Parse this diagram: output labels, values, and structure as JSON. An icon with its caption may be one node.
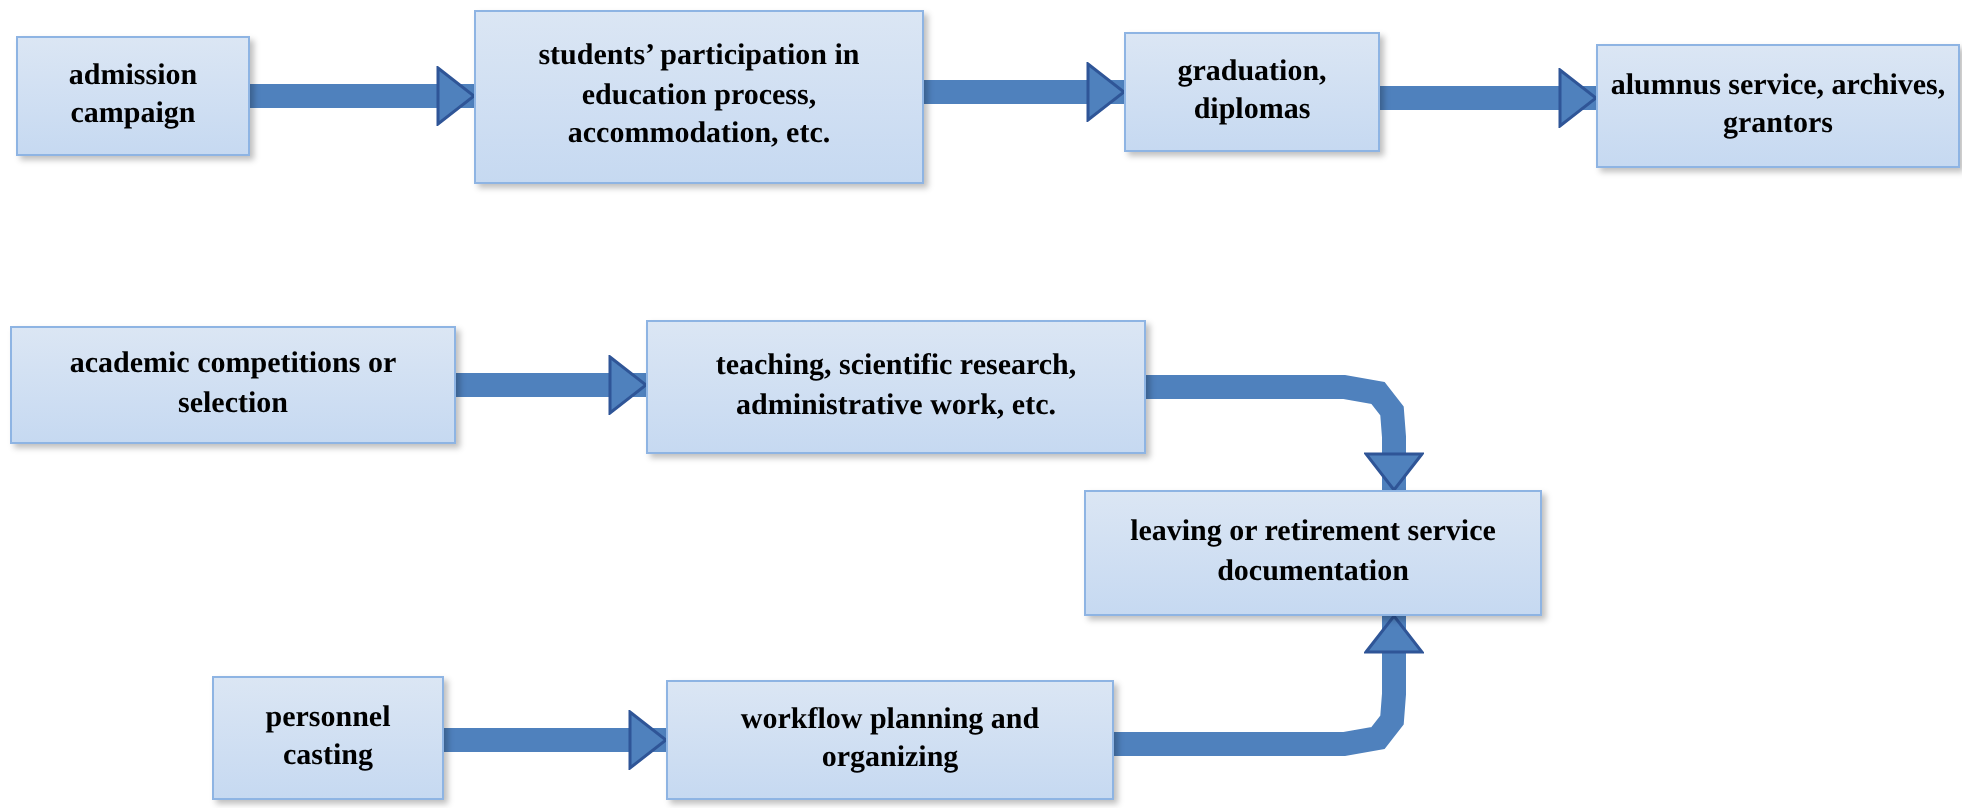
{
  "diagram": {
    "nodes": [
      {
        "text": [
          "admission campaign"
        ]
      },
      {
        "text": [
          "students’ participation in education process, accommodation, etc."
        ]
      },
      {
        "text": [
          "graduation, diplomas"
        ]
      },
      {
        "text": [
          "alumnus service, archives, grantors"
        ]
      },
      {
        "text": [
          "academic competitions or selection"
        ]
      },
      {
        "text": [
          "teaching, scientific research, administrative work, etc."
        ]
      },
      {
        "text": [
          "leaving or retirement service documentation"
        ]
      },
      {
        "text": [
          "personnel casting"
        ]
      },
      {
        "text": [
          "workflow planning and organizing"
        ]
      }
    ],
    "edges": [
      {
        "from": 0,
        "to": 1,
        "arrow": "to"
      },
      {
        "from": 1,
        "to": 2,
        "arrow": "to"
      },
      {
        "from": 2,
        "to": 3,
        "arrow": "to"
      },
      {
        "from": 4,
        "to": 5,
        "arrow": "to"
      },
      {
        "from": 5,
        "to": 6,
        "arrow": "to"
      },
      {
        "from": 8,
        "to": 6,
        "arrow": "to"
      },
      {
        "from": 7,
        "to": 8,
        "arrow": "to"
      }
    ]
  }
}
